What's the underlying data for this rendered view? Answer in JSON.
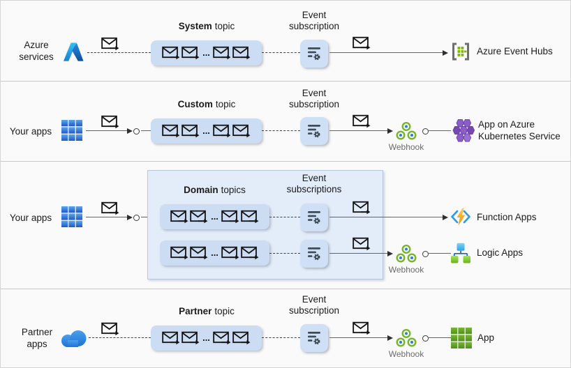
{
  "ellipsis": "...",
  "labels": {
    "webhook": "Webhook"
  },
  "row1": {
    "source": "Azure services",
    "topic_bold": "System",
    "topic_rest": "topic",
    "sub1": "Event",
    "sub2": "subscription",
    "target": "Azure Event Hubs"
  },
  "row2": {
    "source": "Your apps",
    "topic_bold": "Custom",
    "topic_rest": "topic",
    "sub1": "Event",
    "sub2": "subscription",
    "target": "App on Azure Kubernetes Service"
  },
  "row3": {
    "source": "Your apps",
    "panel_bold": "Domain",
    "panel_rest": "topics",
    "sub1": "Event",
    "sub2": "subscriptions",
    "target_a": "Function Apps",
    "target_b": "Logic Apps"
  },
  "row4": {
    "source": "Partner apps",
    "topic_bold": "Partner",
    "topic_rest": "topic",
    "sub1": "Event",
    "sub2": "subscription",
    "target": "App"
  },
  "colors": {
    "topic_box": "#cbdcf3",
    "domain_panel": "#e3ecf9",
    "subscription_box": "#cfe0f6",
    "azure_blue": "#2a8de0",
    "apps_grid_blue": "#3c7fd9",
    "partner_cloud_blue": "#2f7fe0",
    "webhook_green": "#74b62c",
    "event_hubs_green": "#7fba00",
    "function_bolt_orange": "#f59c00",
    "function_brackets_blue": "#2f9ae3",
    "logic_apps_green": "#67b325",
    "aks_purple": "#8a5dc8",
    "app_grid_green": "#5fa022",
    "line_gray": "#636363"
  }
}
